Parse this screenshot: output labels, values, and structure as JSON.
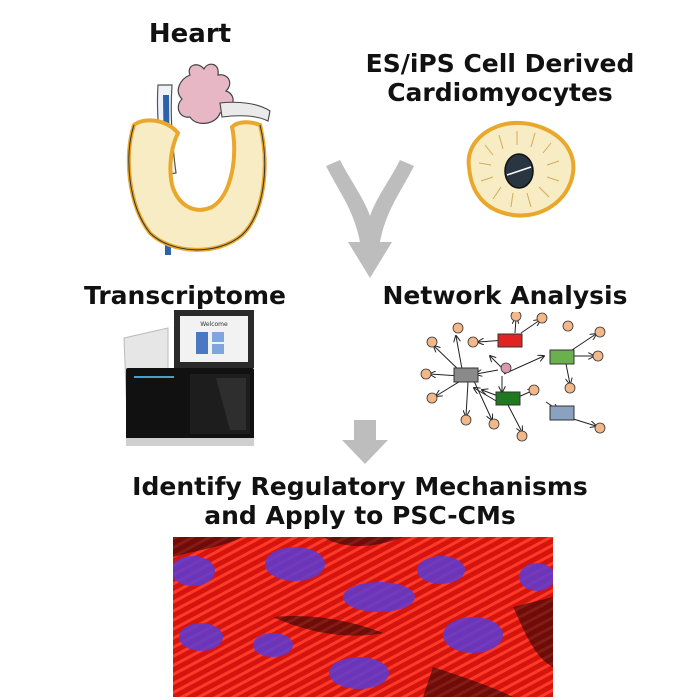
{
  "labels": {
    "heart": "Heart",
    "es_line1": "ES/iPS Cell Derived",
    "es_line2": "Cardiomyocytes",
    "transcriptome": "Transcriptome",
    "network": "Network Analysis",
    "identify_line1": "Identify Regulatory Mechanisms",
    "identify_line2": "and Apply to PSC-CMs"
  },
  "screen_text": "Welcome",
  "colors": {
    "arrow": "#bdbdbd",
    "heart_fill": "#f7ecc4",
    "heart_edge": "#e9a72b",
    "vessel_red": "#cc5a6a",
    "vessel_blue": "#2c63a8",
    "node": "#f2b88a",
    "node_purple": "#d79ab1",
    "box_red": "#e02424",
    "box_green_light": "#6ab04c",
    "box_green_dark": "#1f7a1f",
    "box_gray": "#8a8a8a",
    "box_blue": "#8aa1bf",
    "micro_red": "#e5160f",
    "micro_blue": "#5a3bd6"
  }
}
